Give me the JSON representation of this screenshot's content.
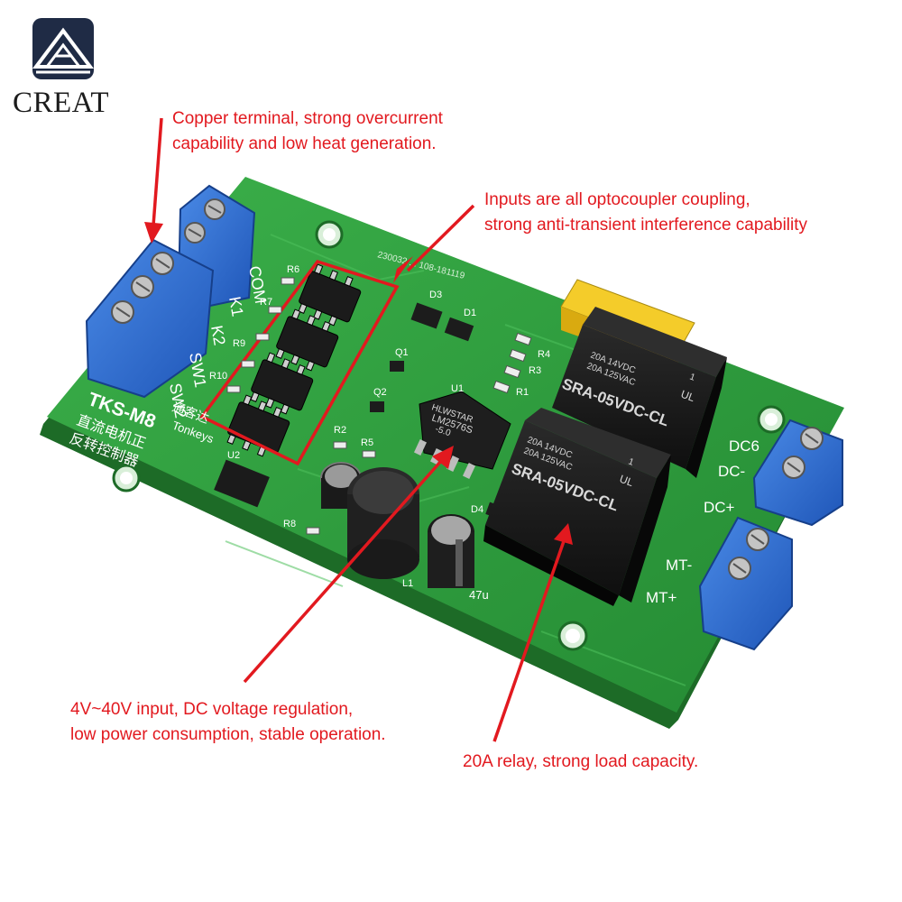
{
  "brand": {
    "name": "CREAT"
  },
  "callouts": {
    "terminal": {
      "line1": "Copper terminal, strong overcurrent",
      "line2": "capability and low heat generation."
    },
    "optocoupler": {
      "line1": "Inputs are all optocoupler coupling,",
      "line2": "strong anti-transient interference capability"
    },
    "regulator": {
      "line1": "4V~40V input, DC voltage regulation,",
      "line2": "low power consumption, stable operation."
    },
    "relay": {
      "line1": "20A relay, strong load capacity."
    }
  },
  "board": {
    "model": "TKS-M8",
    "subtitle_line1": "直流电机正",
    "subtitle_line2": "反转控制器",
    "maker": "通客达",
    "maker_en": "Tonkeys",
    "part_code": "230032 ... 108-181119",
    "input_pins": [
      "COM",
      "K1",
      "K2",
      "SW1",
      "SW2"
    ],
    "output_pins": [
      "DC6",
      "DC-",
      "DC+",
      "MT-",
      "MT+"
    ],
    "relay_model": "SRA-05VDC-CL",
    "relay_rating1": "20A 14VDC",
    "relay_rating2": "20A 125VAC",
    "relay_ul": "UL",
    "relay_pin": "1",
    "regulator_chip": "LM2576S",
    "regulator_brand": "HLWSTAR",
    "regulator_suffix": "-5.0",
    "inductor_label": "47u",
    "refs": [
      "R6",
      "R7",
      "R8",
      "R9",
      "R10",
      "R2",
      "R5",
      "R3",
      "R4",
      "R1",
      "D3",
      "D1",
      "D4",
      "Q1",
      "Q2",
      "U1",
      "U2",
      "L1"
    ]
  },
  "colors": {
    "callout": "#e2191f",
    "pcb": "#2e9c3c",
    "terminal": "#2f6fd0",
    "relay": "#1a1a1a",
    "trimmer": "#f2c318"
  }
}
